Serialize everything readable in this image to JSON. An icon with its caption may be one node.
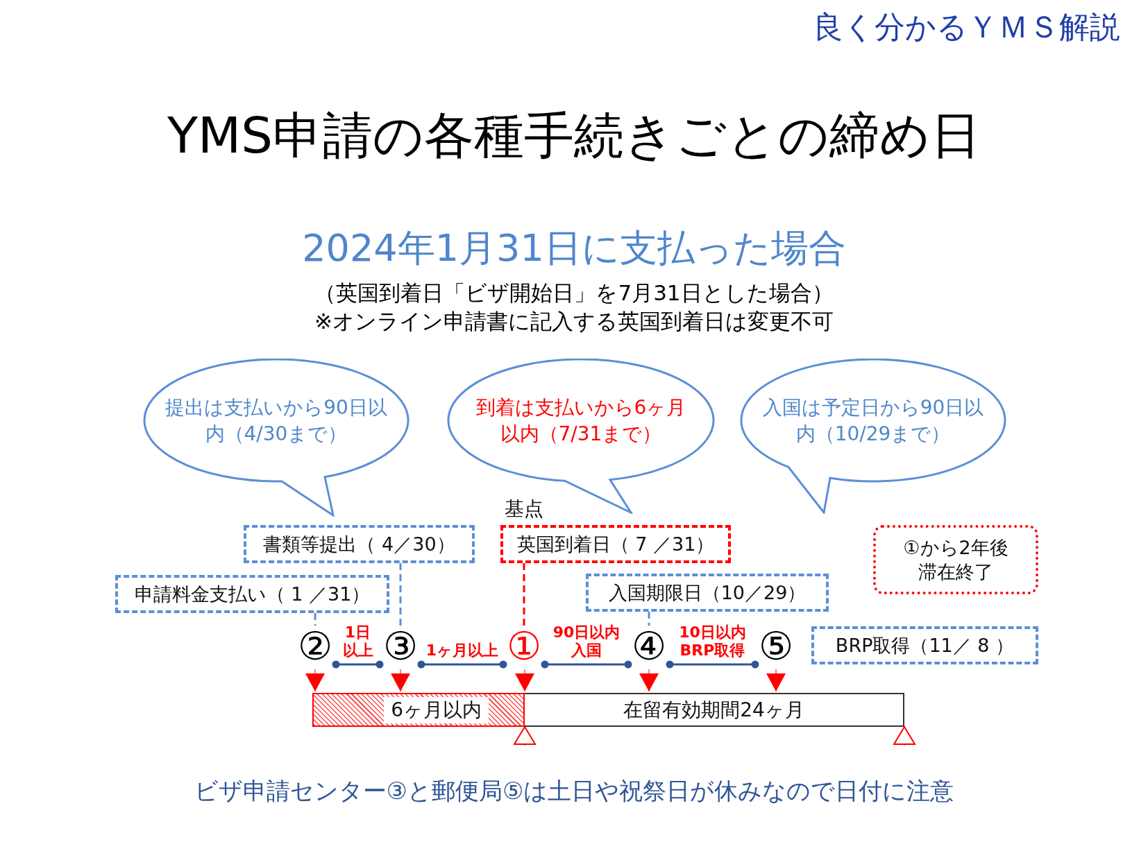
{
  "diagram": {
    "title": "YMS申請の各種手続きごとの締め日",
    "nodes": [
      {
        "text": [
          "提出は支払いから90日以内（4/30まで）"
        ]
      },
      {
        "text": [
          "到着は支払いから6ヶ月以内（7/31まで）"
        ]
      },
      {
        "text": [
          "入国は予定日から90日以内（10/29まで）"
        ]
      },
      {
        "text": [
          "書類等提出（ 4／30）"
        ]
      },
      {
        "text": [
          "英国到着日（ 7 ／31）"
        ],
        "beside": [
          "基点"
        ]
      },
      {
        "text": [
          "①から2年後滞在終了"
        ]
      },
      {
        "text": [
          "申請料金支払い（ 1 ／31）"
        ]
      },
      {
        "text": [
          "入国期限日（10／29）"
        ]
      },
      {
        "text": [
          "BRP取得（11／ 8 ）"
        ]
      },
      {
        "text": [
          "②"
        ]
      },
      {
        "text": [
          "③"
        ]
      },
      {
        "text": [
          "①"
        ]
      },
      {
        "text": [
          "④"
        ]
      },
      {
        "text": [
          "⑤"
        ]
      },
      {
        "text": [
          "6ヶ月以内"
        ]
      },
      {
        "text": [
          "在留有効期間24ヶ月"
        ]
      }
    ],
    "edges": [
      {
        "from": 6,
        "to": 9,
        "arrow": "none",
        "style": "dashed",
        "color": "#5b8fd6"
      },
      {
        "from": 3,
        "to": 10,
        "arrow": "none",
        "style": "dashed",
        "color": "#5b8fd6"
      },
      {
        "from": 4,
        "to": 11,
        "arrow": "none",
        "style": "dashed",
        "color": "#ff0000"
      },
      {
        "from": 7,
        "to": 12,
        "arrow": "none",
        "style": "dashed",
        "color": "#5b8fd6"
      },
      {
        "from": 9,
        "to": 10,
        "arrow": "other",
        "label": "1日以上",
        "color": "#2f5597"
      },
      {
        "from": 10,
        "to": 11,
        "arrow": "other",
        "label": "1ヶ月以上",
        "color": "#2f5597"
      },
      {
        "from": 11,
        "to": 12,
        "arrow": "other",
        "label": "90日以内入国",
        "color": "#2f5597"
      },
      {
        "from": 12,
        "to": 13,
        "arrow": "other",
        "label": "10日以内BRP取得",
        "color": "#2f5597"
      },
      {
        "from": 9,
        "to": 14,
        "arrow": "to",
        "color": "#ff0000"
      },
      {
        "from": 10,
        "to": 14,
        "arrow": "to",
        "color": "#ff0000"
      },
      {
        "from": 11,
        "to": 15,
        "arrow": "to",
        "color": "#ff0000"
      },
      {
        "from": 12,
        "to": 15,
        "arrow": "to",
        "color": "#ff0000"
      },
      {
        "from": 13,
        "to": 15,
        "arrow": "to",
        "color": "#ff0000"
      },
      {
        "from": null,
        "to": 15,
        "arrow": "to",
        "color": "#ff0000"
      },
      {
        "from": null,
        "to": 15,
        "arrow": "to",
        "color": "#ff0000"
      }
    ],
    "labels": [
      "良く分かるＹＭＳ解説",
      "2024年1月31日に支払った場合",
      "（英国到着日「ビザ開始日」を7月31日とした場合）",
      "※オンライン申請書に記入する英国到着日は変更不可",
      "ビザ申請センター③と郵便局⑤は土日や祝祭日が休みなので日付に注意"
    ]
  }
}
